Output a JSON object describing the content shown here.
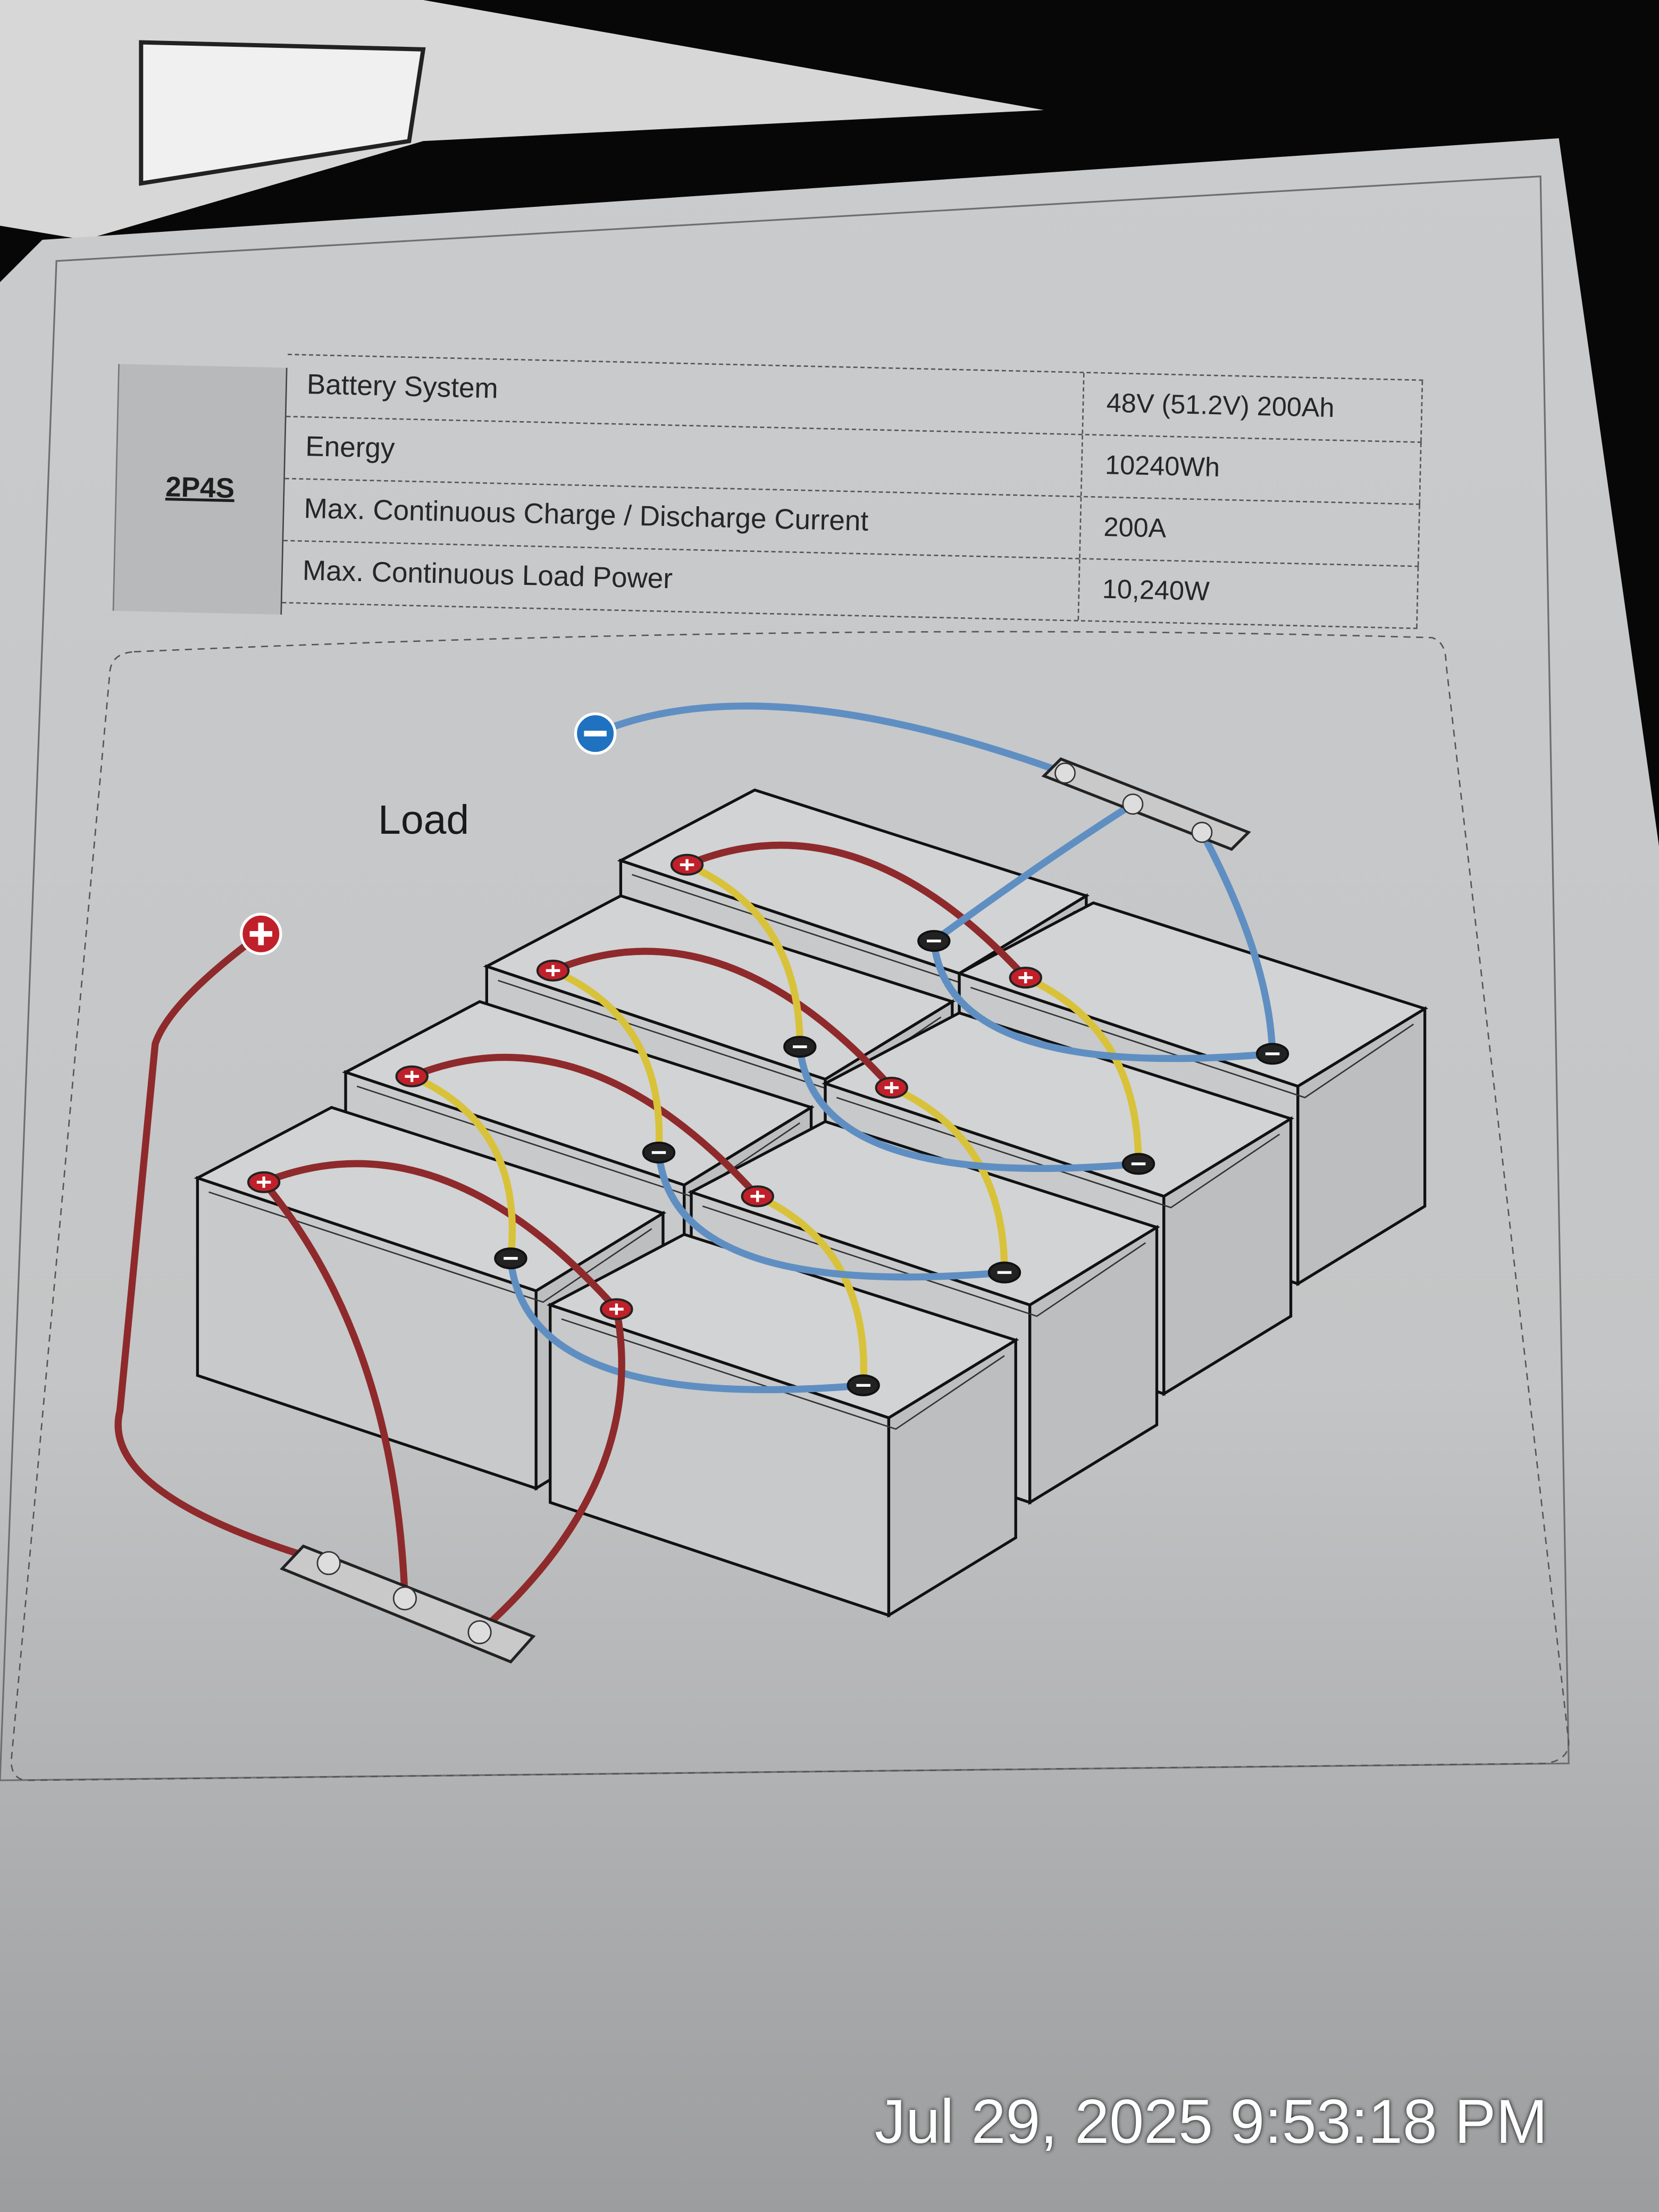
{
  "spec_table": {
    "configuration": "2P4S",
    "rows": [
      {
        "label": "Battery System",
        "value": "48V (51.2V) 200Ah"
      },
      {
        "label": "Energy",
        "value": "10240Wh"
      },
      {
        "label": "Max. Continuous Charge / Discharge Current",
        "value": "200A"
      },
      {
        "label": "Max. Continuous Load Power",
        "value": "10,240W"
      }
    ]
  },
  "diagram": {
    "load_label": "Load",
    "load_positive_symbol": "+",
    "load_negative_symbol": "−",
    "battery_count": 8,
    "wire_colors": {
      "positive": "#8e2a2c",
      "series": "#d8c23a",
      "negative": "#5f8fc2"
    }
  },
  "photo_timestamp": "Jul 29, 2025 9:53:18 PM"
}
